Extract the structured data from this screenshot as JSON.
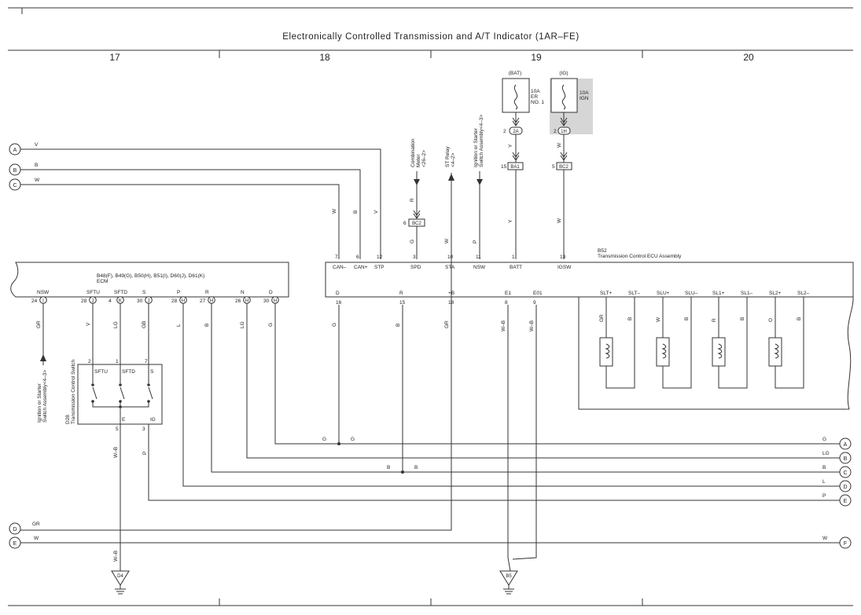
{
  "page_title": "Electronically Controlled Transmission and A/T Indicator (1AR–FE)",
  "columns": [
    "17",
    "18",
    "19",
    "20"
  ],
  "fuses": [
    {
      "supply": "(BAT)",
      "rating": "10A",
      "name": "ER\nNO. 1",
      "conn_pin": "2",
      "conn": "2A"
    },
    {
      "supply": "(IG)",
      "rating": "10A",
      "name": "IGN",
      "conn_pin": "2",
      "conn": "1H"
    }
  ],
  "ecm": {
    "title_line1": "B48(F), B49(G), B50(H), B51(I), D60(J), D61(K)",
    "title_line2": "ECM",
    "terminals": [
      {
        "name": "NSW",
        "pin": "24",
        "conn": "I",
        "wire": "GR"
      },
      {
        "name": "SFTU",
        "pin": "28",
        "conn": "J",
        "wire": "V"
      },
      {
        "name": "SFTD",
        "pin": "4",
        "conn": "K",
        "wire": "LG"
      },
      {
        "name": "S",
        "pin": "30",
        "conn": "J",
        "wire": "GB"
      },
      {
        "name": "P",
        "pin": "28",
        "conn": "H",
        "wire": "L"
      },
      {
        "name": "R",
        "pin": "27",
        "conn": "H",
        "wire": "B"
      },
      {
        "name": "N",
        "pin": "26",
        "conn": "H",
        "wire": "LG"
      },
      {
        "name": "D",
        "pin": "30",
        "conn": "H",
        "wire": "G"
      }
    ]
  },
  "tcu": {
    "code": "B52",
    "name": "Transmission Control ECU Assembly",
    "top_terminals": [
      {
        "pin": "7",
        "name": "CAN–",
        "wire": "W"
      },
      {
        "pin": "6",
        "name": "CAN+",
        "wire": "B"
      },
      {
        "pin": "12",
        "name": "STP",
        "wire": "V"
      },
      {
        "pin": "3",
        "name": "SPD",
        "wire": "G"
      },
      {
        "pin": "10",
        "name": "STA",
        "wire": "W"
      },
      {
        "pin": "11",
        "name": "NSW",
        "wire": "P"
      },
      {
        "pin": "1",
        "name": "BATT",
        "wire": "Y"
      },
      {
        "pin": "13",
        "name": "IGSW",
        "wire": "W"
      }
    ],
    "bottom_terminals": [
      {
        "pin": "16",
        "name": "D",
        "wire": "G"
      },
      {
        "pin": "15",
        "name": "R",
        "wire": "B"
      },
      {
        "pin": "18",
        "name": "+B",
        "wire": "GR"
      },
      {
        "pin": "8",
        "name": "E1",
        "wire": "W–B"
      },
      {
        "pin": "9",
        "name": "E01",
        "wire": "W–B"
      }
    ],
    "solenoids": [
      {
        "plus": "SLT+",
        "minus": "SLT–",
        "plus_wire": "GR",
        "minus_wire": "B"
      },
      {
        "plus": "SLU+",
        "minus": "SLU–",
        "plus_wire": "W",
        "minus_wire": "B"
      },
      {
        "plus": "SL1+",
        "minus": "SL1–",
        "plus_wire": "R",
        "minus_wire": "B"
      },
      {
        "plus": "SL2+",
        "minus": "SL2–",
        "plus_wire": "O",
        "minus_wire": "B"
      }
    ]
  },
  "switch": {
    "code": "D28",
    "name": "Transmission Control Switch",
    "terminals": [
      {
        "pin": "2",
        "name": "SFTU"
      },
      {
        "pin": "1",
        "name": "SFTD"
      },
      {
        "pin": "7",
        "name": "S"
      },
      {
        "pin": "5",
        "name": "E"
      },
      {
        "pin": "3",
        "name": "IG"
      }
    ],
    "e_wire": "W–B",
    "ig_wire": "P"
  },
  "external_refs": [
    {
      "line1": "Combination",
      "line2": "Meter",
      "line3": "<26–2>",
      "wire": "R",
      "conn_pin": "6",
      "conn": "BC2"
    },
    {
      "line1": "ST Relay",
      "line2": "<4–2>",
      "line3": ""
    },
    {
      "line1": "Ignition or Starter",
      "line2": "Switch Assembly<4–3>",
      "line3": ""
    }
  ],
  "fuse_wires": [
    {
      "wire": "Y",
      "conn_pin": "15",
      "conn": "BA1",
      "wire2": "Y"
    },
    {
      "wire": "W",
      "conn_pin": "5",
      "conn": "BC2",
      "wire2": "W"
    }
  ],
  "left_ref": {
    "line1": "Ignition or Starter",
    "line2": "Switch Assembly<4–3>"
  },
  "left_connectors": [
    {
      "letter": "A",
      "wire": "V"
    },
    {
      "letter": "B",
      "wire": "B"
    },
    {
      "letter": "C",
      "wire": "W"
    },
    {
      "letter": "D",
      "wire": "GR"
    },
    {
      "letter": "E",
      "wire": "W"
    }
  ],
  "right_connectors": [
    {
      "letter": "A",
      "wire": "G"
    },
    {
      "letter": "B",
      "wire": "LG"
    },
    {
      "letter": "C",
      "wire": "B"
    },
    {
      "letter": "D",
      "wire": "L"
    },
    {
      "letter": "E",
      "wire": "P"
    },
    {
      "letter": "F",
      "wire": "W"
    }
  ],
  "junction_labels": {
    "g": "G",
    "b": "B"
  },
  "grounds": [
    {
      "code": "D4",
      "wire": "W–B"
    },
    {
      "code": "B5",
      "wire": ""
    }
  ]
}
